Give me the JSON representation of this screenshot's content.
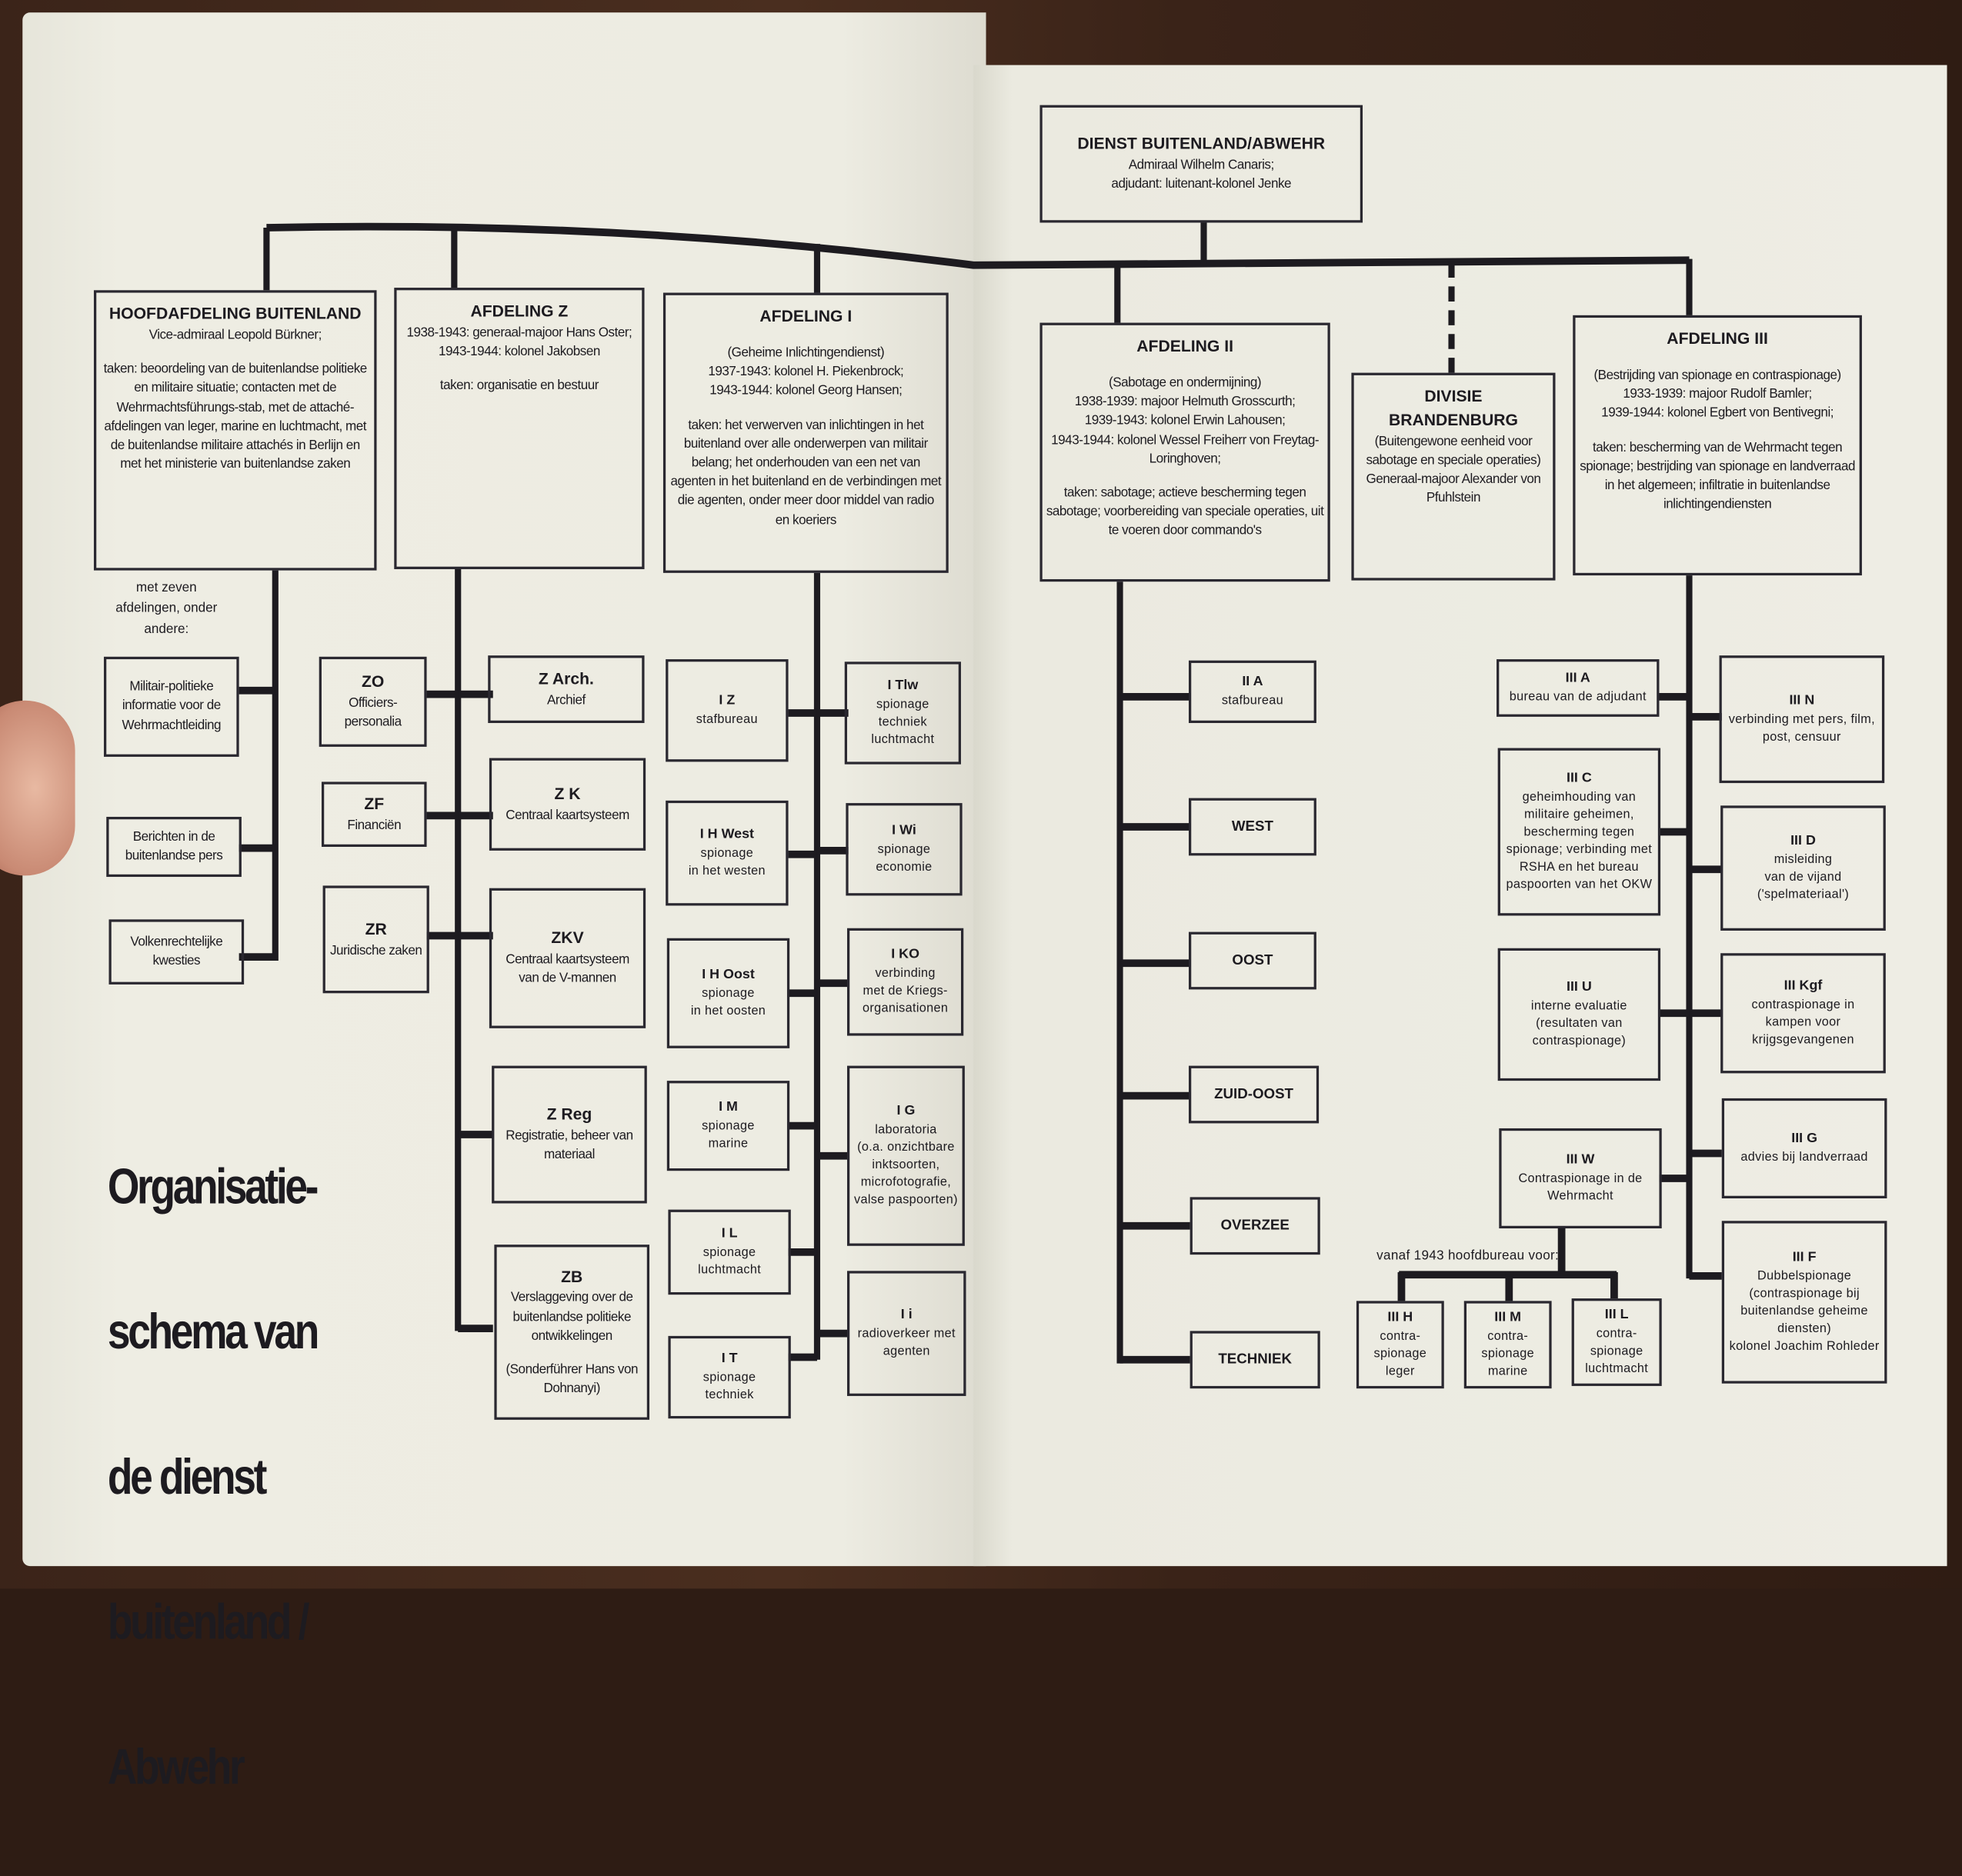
{
  "title": "Organisatie-schema van de dienst buitenland / Abwehr",
  "title_lines": [
    "Organisatie-",
    "schema van",
    "de dienst",
    "buitenland /",
    "Abwehr"
  ],
  "notes": {
    "zeven": "met zeven afdelingen, onder andere:",
    "vanaf": "vanaf 1943 hoofdbureau voor:"
  },
  "colors": {
    "ink": "#1d1b20",
    "paper": "#ecebe1",
    "background": "#2e1c14"
  },
  "boxes": {
    "dienst": {
      "title": "DIENST BUITENLAND/ABWEHR",
      "lines": [
        "Admiraal Wilhelm Canaris;",
        "adjudant: luitenant-kolonel Jenke"
      ]
    },
    "hoofd": {
      "title": "HOOFDAFDELING BUITENLAND",
      "lines": [
        "Vice-admiraal Leopold Bürkner;",
        "",
        "taken: beoordeling van de buitenlandse politieke en militaire situatie; contacten met de Wehrmachtsführungs-stab, met de attaché-afdelingen van leger, marine en luchtmacht, met de buitenlandse militaire attachés in Berlijn en met het ministerie van buitenlandse zaken"
      ]
    },
    "afdz": {
      "title": "AFDELING Z",
      "lines": [
        "1938-1943: generaal-majoor Hans Oster;",
        "1943-1944: kolonel Jakobsen",
        "",
        "taken: organisatie en bestuur"
      ]
    },
    "afdi": {
      "title": "AFDELING I",
      "lines": [
        "",
        "(Geheime Inlichtingendienst)",
        "1937-1943: kolonel H. Piekenbrock;",
        "1943-1944: kolonel Georg Hansen;",
        "",
        "taken: het verwerven van inlichtingen in het buitenland over alle onderwerpen van militair belang; het onderhouden van een net van agenten in het buitenland en de verbindingen met die agenten, onder meer door middel van radio en koeriers"
      ]
    },
    "afdii": {
      "title": "AFDELING II",
      "lines": [
        "",
        "(Sabotage en ondermijning)",
        "1938-1939: majoor Helmuth Grosscurth;",
        "1939-1943: kolonel Erwin Lahousen;",
        "1943-1944: kolonel Wessel Freiherr von Freytag-Loringhoven;",
        "",
        "taken: sabotage; actieve bescherming tegen sabotage; voorbereiding van speciale operaties, uit te voeren door commando's"
      ]
    },
    "divisie": {
      "title": "DIVISIE BRANDENBURG",
      "lines": [
        "(Buitengewone eenheid voor sabotage en speciale operaties)",
        "Generaal-majoor Alexander von Pfuhlstein"
      ]
    },
    "afdiii": {
      "title": "AFDELING III",
      "lines": [
        "",
        "(Bestrijding van spionage en contraspionage)",
        "1933-1939: majoor Rudolf Bamler;",
        "1939-1944: kolonel Egbert von Bentivegni;",
        "",
        "taken: bescherming van de Wehrmacht tegen spionage; bestrijding van spionage en landverraad in het algemeen; infiltratie in buitenlandse inlichtingendiensten"
      ]
    },
    "milpol": {
      "title": "",
      "lines": [
        "Militair-politieke informatie voor de Wehrmachtleiding"
      ]
    },
    "berichten": {
      "title": "",
      "lines": [
        "Berichten in de buitenlandse pers"
      ]
    },
    "volken": {
      "title": "",
      "lines": [
        "Volkenrechtelijke kwesties"
      ]
    },
    "zo": {
      "title": "ZO",
      "lines": [
        "Officiers-personalia"
      ]
    },
    "zf": {
      "title": "ZF",
      "lines": [
        "Financiën"
      ]
    },
    "zr": {
      "title": "ZR",
      "lines": [
        "Juridische zaken"
      ]
    },
    "zarch": {
      "title": "Z Arch.",
      "lines": [
        "Archief"
      ]
    },
    "zk": {
      "title": "Z K",
      "lines": [
        "Centraal kaartsysteem"
      ]
    },
    "zkv": {
      "title": "ZKV",
      "lines": [
        "Centraal kaartsysteem van de V-mannen"
      ]
    },
    "zreg": {
      "title": "Z Reg",
      "lines": [
        "Registratie, beheer van materiaal"
      ]
    },
    "zb": {
      "title": "ZB",
      "lines": [
        "Verslaggeving over de buitenlandse politieke ontwikkelingen",
        "",
        "(Sonderführer Hans von Dohnanyi)"
      ]
    },
    "iz": {
      "title": "I Z",
      "lines": [
        "stafbureau"
      ]
    },
    "ihwest": {
      "title": "I H West",
      "lines": [
        "spionage",
        "in het westen"
      ]
    },
    "ihoost": {
      "title": "I H Oost",
      "lines": [
        "spionage",
        "in het oosten"
      ]
    },
    "im": {
      "title": "I M",
      "lines": [
        "spionage",
        "marine"
      ]
    },
    "il": {
      "title": "I L",
      "lines": [
        "spionage",
        "luchtmacht"
      ]
    },
    "it": {
      "title": "I T",
      "lines": [
        "spionage",
        "techniek"
      ]
    },
    "itlw": {
      "title": "I Tlw",
      "lines": [
        "spionage techniek",
        "luchtmacht"
      ]
    },
    "iwi": {
      "title": "I Wi",
      "lines": [
        "spionage",
        "economie"
      ]
    },
    "iko": {
      "title": "I KO",
      "lines": [
        "verbinding",
        "met de Kriegs-organisationen"
      ]
    },
    "ig": {
      "title": "I G",
      "lines": [
        "laboratoria",
        "(o.a. onzichtbare inktsoorten, microfotografie, valse paspoorten)"
      ]
    },
    "ii": {
      "title": "I i",
      "lines": [
        "radioverkeer met agenten"
      ]
    },
    "iia": {
      "title": "II A",
      "lines": [
        "stafbureau"
      ]
    },
    "west": {
      "title": "WEST",
      "lines": []
    },
    "oost": {
      "title": "OOST",
      "lines": []
    },
    "zuidoost": {
      "title": "ZUID-OOST",
      "lines": []
    },
    "overzee": {
      "title": "OVERZEE",
      "lines": []
    },
    "techniek": {
      "title": "TECHNIEK",
      "lines": []
    },
    "iiia": {
      "title": "III A",
      "lines": [
        "bureau van de adjudant"
      ]
    },
    "iiic": {
      "title": "III C",
      "lines": [
        "geheimhouding van militaire geheimen, bescherming tegen spionage; verbinding met RSHA en het bureau paspoorten van het OKW"
      ]
    },
    "iiiu": {
      "title": "III U",
      "lines": [
        "interne evaluatie (resultaten van contraspionage)"
      ]
    },
    "iiiw": {
      "title": "III W",
      "lines": [
        "Contraspionage in de Wehrmacht"
      ]
    },
    "iiin": {
      "title": "III N",
      "lines": [
        "verbinding met pers, film, post, censuur"
      ]
    },
    "iiid": {
      "title": "III D",
      "lines": [
        "misleiding",
        "van de vijand",
        "('spelmateriaal')"
      ]
    },
    "iiikgf": {
      "title": "III Kgf",
      "lines": [
        "contraspionage in kampen voor krijgsgevangenen"
      ]
    },
    "iiig": {
      "title": "III G",
      "lines": [
        "advies bij landverraad"
      ]
    },
    "iiif": {
      "title": "III F",
      "lines": [
        "Dubbelspionage (contraspionage bij buitenlandse geheime diensten)",
        "kolonel Joachim Rohleder"
      ]
    },
    "iiih": {
      "title": "III H",
      "lines": [
        "contra-spionage leger"
      ]
    },
    "iiim": {
      "title": "III M",
      "lines": [
        "contra-spionage marine"
      ]
    },
    "iiil": {
      "title": "III L",
      "lines": [
        "contra-spionage luchtmacht"
      ]
    }
  }
}
